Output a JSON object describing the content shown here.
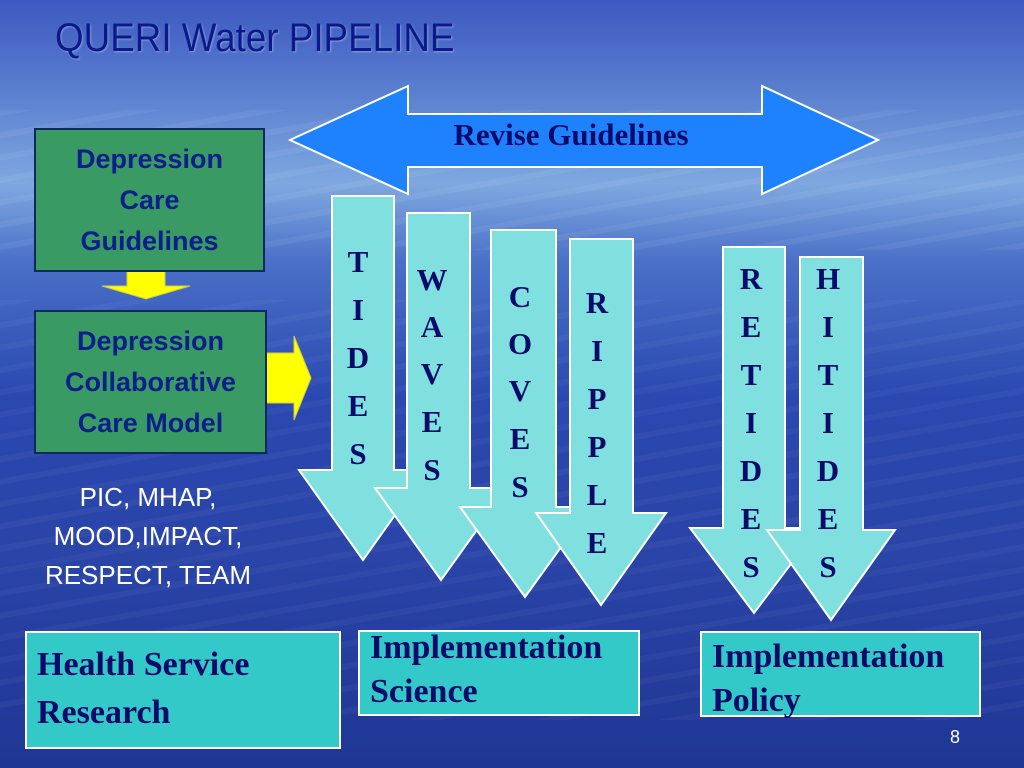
{
  "title": "QUERI Water PIPELINE",
  "revise_arrow": {
    "label": "Revise Guidelines"
  },
  "guidelines_box": {
    "lines": [
      "Depression",
      "Care",
      "Guidelines"
    ]
  },
  "model_box": {
    "lines": [
      "Depression",
      "Collaborative",
      "Care Model"
    ]
  },
  "programs": {
    "lines": [
      "PIC, MHAP,",
      "MOOD,IMPACT,",
      "RESPECT, TEAM"
    ]
  },
  "arrows": [
    {
      "name": "tides",
      "letters": [
        "T",
        "I",
        "D",
        "E",
        "S"
      ]
    },
    {
      "name": "waves",
      "letters": [
        "W",
        "A",
        "V",
        "E",
        "S"
      ]
    },
    {
      "name": "coves",
      "letters": [
        "C",
        "O",
        "V",
        "E",
        "S"
      ]
    },
    {
      "name": "ripple",
      "letters": [
        "R",
        "I",
        "P",
        "P",
        "L",
        "E"
      ]
    },
    {
      "name": "retides",
      "letters": [
        "R",
        "E",
        "T",
        "I",
        "D",
        "E",
        "S"
      ]
    },
    {
      "name": "hitides",
      "letters": [
        "H",
        "I",
        "T",
        "I",
        "D",
        "E",
        "S"
      ]
    }
  ],
  "bottom_boxes": {
    "hsr": [
      "Health Service",
      "Research"
    ],
    "impl_science": [
      "Implementation",
      "Science"
    ],
    "impl_policy": [
      "Implementation",
      "Policy"
    ]
  },
  "page_number": "8",
  "colors": {
    "background": "#2a48b0",
    "title": "#0a1a8a",
    "green_box": "#3a9a64",
    "arrow_teal": "#80e0e0",
    "revise_arrow": "#1e82ff",
    "yellow_arrow": "#ffff00",
    "teal_box": "#33c9c9"
  }
}
